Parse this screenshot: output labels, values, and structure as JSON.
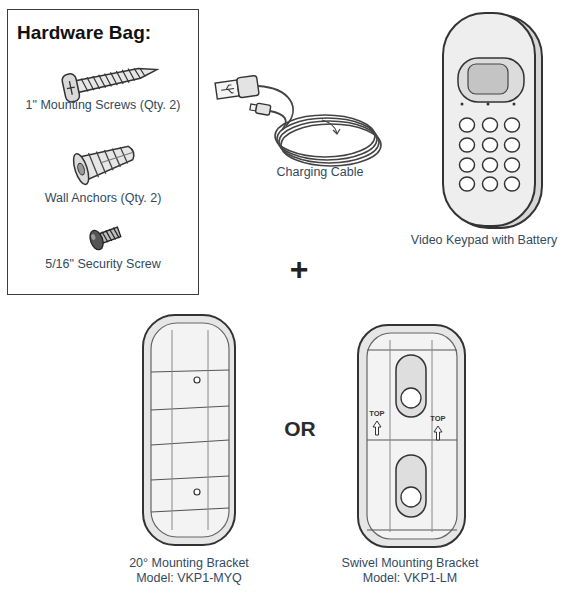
{
  "diagram": {
    "nodes": [
      {
        "text": [
          "Hardware Bag:",
          "1\" Mounting Screws (Qty. 2)",
          "Wall Anchors (Qty. 2)",
          "5/16\" Security Screw"
        ]
      }
    ],
    "labels": [
      "Charging Cable",
      "Video Keypad with Battery",
      "+",
      "TOP",
      "OR",
      "TOP",
      "20° Mounting Bracket Model: VKP1-MYQ",
      "Swivel Mounting Bracket Model: VKP1-LM"
    ]
  }
}
